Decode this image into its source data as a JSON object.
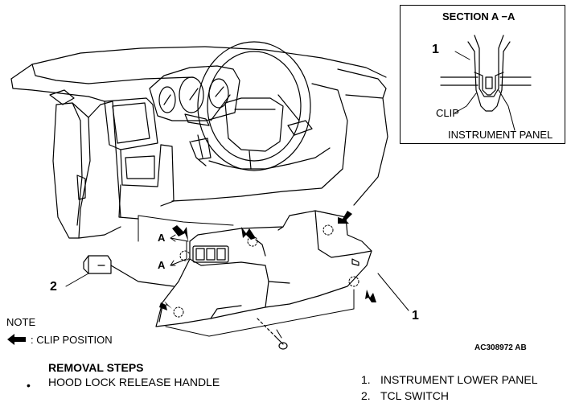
{
  "section": {
    "title": "SECTION A −A",
    "callout_1": "1",
    "clip_label": "CLIP",
    "panel_label": "INSTRUMENT PANEL"
  },
  "figure": {
    "callout_a_upper": "A",
    "callout_a_lower": "A",
    "callout_1": "1",
    "callout_2": "2",
    "code": "AC308972 AB"
  },
  "legend": {
    "note": "NOTE",
    "clip_position": ": CLIP POSITION",
    "arrow_icon": "clip-position-arrow-icon"
  },
  "removal": {
    "heading": "REMOVAL STEPS",
    "bullet_step": "HOOD LOCK RELEASE HANDLE",
    "bullet_symbol": "•",
    "steps": [
      {
        "number": "1.",
        "label": "INSTRUMENT LOWER PANEL"
      },
      {
        "number": "2.",
        "label": "TCL SWITCH"
      }
    ]
  }
}
